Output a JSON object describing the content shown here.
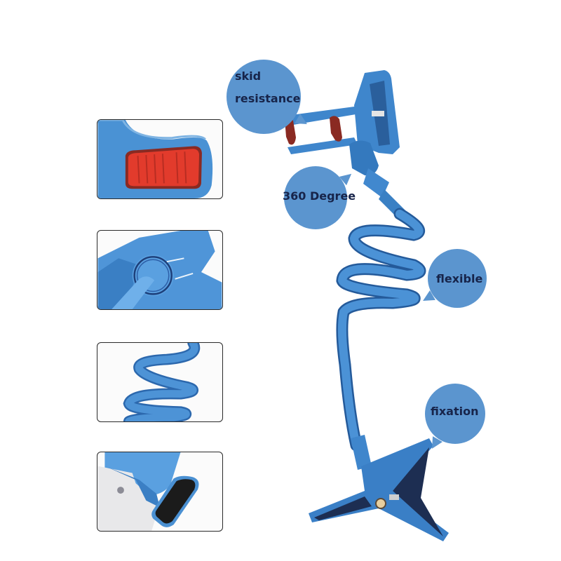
{
  "callouts": [
    {
      "id": "skid",
      "line1": "skid",
      "line2": "resistance"
    },
    {
      "id": "rotation",
      "line1": "360 Degree"
    },
    {
      "id": "flex",
      "line1": "flexible"
    },
    {
      "id": "fix",
      "line1": "fixation"
    }
  ],
  "detail_panels": [
    {
      "id": "anti-slip-pad",
      "subject": "red anti-slip pad on clamp arm"
    },
    {
      "id": "ball-joint",
      "subject": "rotating ball joint"
    },
    {
      "id": "spiral-tube",
      "subject": "flexible spiral gooseneck"
    },
    {
      "id": "clip-pad",
      "subject": "clip jaw with black rubber pad"
    }
  ],
  "colors": {
    "product_blue": "#3f86cc",
    "product_dark": "#2a5f9c",
    "bubble_blue": "#5b95cf",
    "text_navy": "#17244a",
    "pad_red": "#d83a2c",
    "pad_dark_red": "#8a2a22",
    "rubber_black": "#1b1b1b"
  }
}
